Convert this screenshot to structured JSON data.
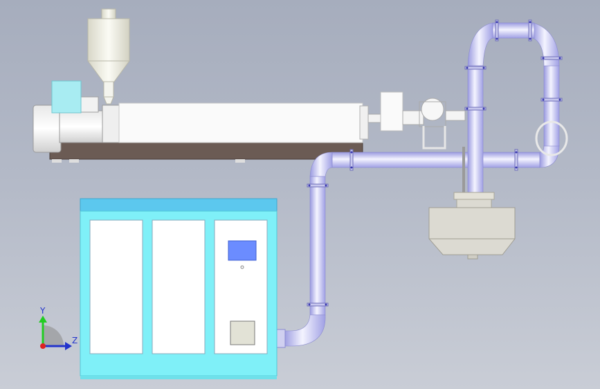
{
  "view": {
    "name": "cad-assembly-viewport",
    "background_top": "#a6adbd",
    "background_bottom": "#c9cdd6"
  },
  "colors": {
    "machine_white": "#fafafa",
    "base_brown": "#6b5b54",
    "hopper": "#efeee4",
    "pipe": "#d9d9f8",
    "pipe_dark": "#8a8ad0",
    "flange": "#c8c8ee",
    "cabinet_cyan": "#7ff0f8",
    "cabinet_top": "#5cc8ee",
    "screen_blue": "#6b8cff",
    "hmi_beige": "#e2e2d6",
    "separator_gray": "#dcdad2",
    "motor_cyan": "#a8ecf2"
  },
  "triad": {
    "x_axis_color": "#22cc22",
    "z_axis_color": "#2233cc",
    "origin_color": "#dd2222",
    "label_y": "Y",
    "label_z": "Z"
  }
}
